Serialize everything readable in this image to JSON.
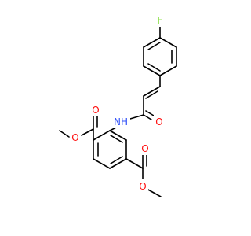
{
  "colors": {
    "background": "#ffffff",
    "bond": "#000000",
    "oxygen": "#ff0d0d",
    "nitrogen": "#3050f8",
    "fluorine": "#90e050"
  },
  "atoms": {
    "fluorine": "F",
    "amide_nitrogen": "NH",
    "amide_oxygen": "O",
    "ester1_carbonyl_oxygen": "O",
    "ester1_ether_oxygen": "O",
    "ester2_carbonyl_oxygen": "O",
    "ester2_ether_oxygen": "O"
  }
}
